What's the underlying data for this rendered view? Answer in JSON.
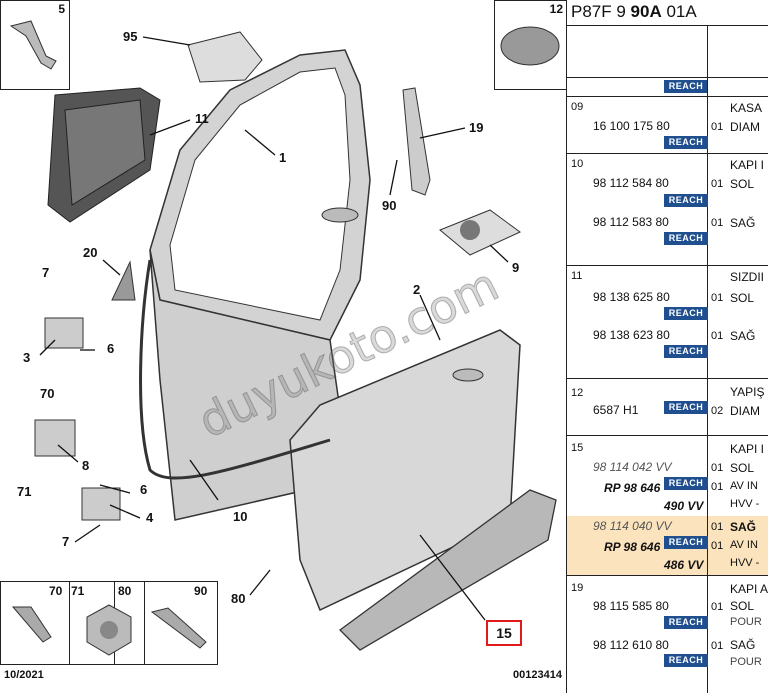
{
  "diagram": {
    "date": "10/2021",
    "doc_id": "00123414",
    "watermark": "duyukoto.com",
    "callouts": [
      "95",
      "11",
      "1",
      "19",
      "90",
      "9",
      "20",
      "7",
      "3",
      "6",
      "2",
      "70",
      "8",
      "71",
      "6",
      "4",
      "7",
      "10",
      "80",
      "15"
    ],
    "box_top_left": "5",
    "box_top_right": "12",
    "bottom_box_labels": [
      "70",
      "71",
      "80",
      "90"
    ],
    "highlight_label": "15"
  },
  "panel": {
    "ref_prefix": "P87F 9 ",
    "ref_bold": "90A",
    "ref_suffix": " 01A",
    "reach": "REACH",
    "rows": [
      {
        "idx": "09",
        "title": "KASA",
        "items": [
          {
            "part": "16 100 175 80",
            "qty": "01",
            "desc": "DIAM"
          }
        ]
      },
      {
        "idx": "10",
        "title": "KAPI I",
        "items": [
          {
            "part": "98 112 584 80",
            "qty": "01",
            "desc": "SOL"
          },
          {
            "part": "98 112 583 80",
            "qty": "01",
            "desc": "SAĞ"
          }
        ]
      },
      {
        "idx": "11",
        "title": "SIZDII",
        "items": [
          {
            "part": "98 138 625 80",
            "qty": "01",
            "desc": "SOL"
          },
          {
            "part": "98 138 623 80",
            "qty": "01",
            "desc": "SAĞ"
          }
        ]
      },
      {
        "idx": "12",
        "title": "YAPIŞ",
        "items": [
          {
            "part": "6587 H1",
            "qty": "02",
            "desc": "DIAM"
          }
        ]
      },
      {
        "idx": "15",
        "title": "KAPI I",
        "items": [
          {
            "part": "98 114 042 VV",
            "qty": "01",
            "desc": "SOL",
            "sub": "RP 98 646",
            "sub_qty": "01",
            "sub_desc": "AV IN",
            "var": "490 VV",
            "var_desc": "HVV -"
          },
          {
            "part": "98 114 040 VV",
            "qty": "01",
            "desc": "SAĞ",
            "sub": "RP 98 646",
            "sub_qty": "01",
            "sub_desc": "AV IN",
            "var": "486 VV",
            "var_desc": "HVV -"
          }
        ]
      },
      {
        "idx": "19",
        "title": "KAPI A",
        "items": [
          {
            "part": "98 115 585 80",
            "qty": "01",
            "desc": "SOL",
            "desc2": "POUR"
          },
          {
            "part": "98 112 610 80",
            "qty": "01",
            "desc": "SAĞ",
            "desc2": "POUR"
          }
        ]
      }
    ]
  }
}
